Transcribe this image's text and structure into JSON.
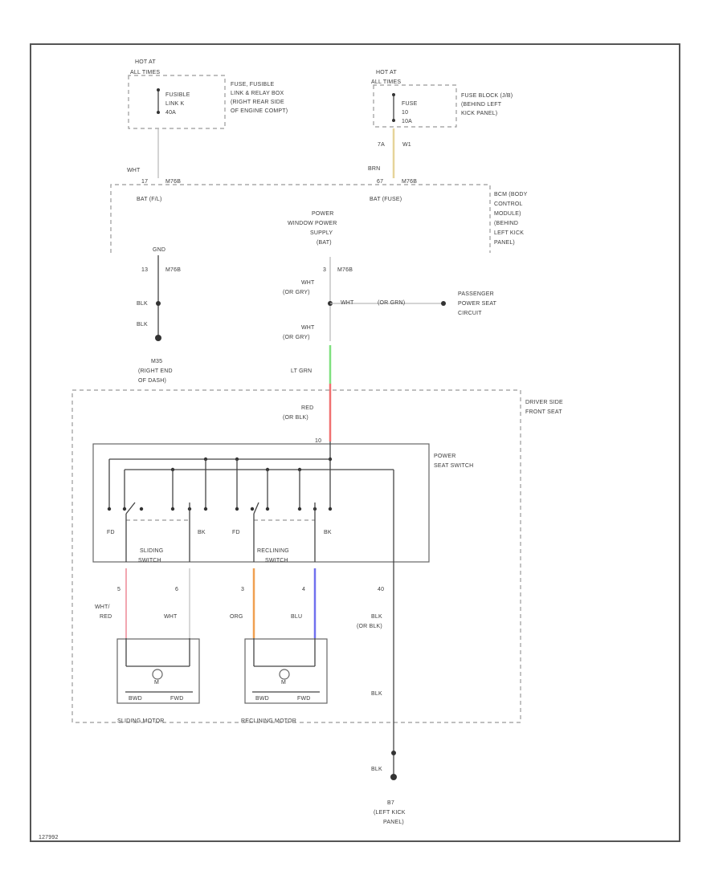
{
  "diagram": {
    "footer_code": "127992",
    "top_left": {
      "hot": "HOT AT",
      "hot2": "ALL TIMES",
      "fusible": [
        "FUSIBLE",
        "LINK K",
        "40A"
      ],
      "location": [
        "FUSE, FUSIBLE",
        "LINK & RELAY BOX",
        "(RIGHT REAR SIDE",
        "OF ENGINE COMPT)"
      ],
      "wire": "WHT",
      "pin": "17",
      "connector": "M76B",
      "bat": "BAT (F/L)"
    },
    "top_right": {
      "hot": "HOT AT",
      "hot2": "ALL TIMES",
      "fuse": [
        "FUSE",
        "10",
        "10A"
      ],
      "location": [
        "FUSE BLOCK (J/B)",
        "(BEHIND LEFT",
        "KICK PANEL)"
      ],
      "pins": [
        "7A",
        "W1"
      ],
      "wire": "BRN",
      "pin": "67",
      "connector": "M76B",
      "bat": "BAT (FUSE)"
    },
    "bcm": [
      "BCM (BODY",
      "CONTROL",
      "MODULE)",
      "(BEHIND",
      "LEFT KICK",
      "PANEL)"
    ],
    "gnd_block": {
      "label": "GND",
      "pin": "13",
      "connector": "M76B",
      "wire1": "BLK",
      "wire2": "BLK",
      "ground": [
        "M35",
        "(RIGHT END",
        "OF DASH)"
      ]
    },
    "supply": {
      "label": [
        "POWER",
        "WINDOW POWER",
        "SUPPLY",
        "(BAT)"
      ],
      "pin": "3",
      "connector": "M76B",
      "wire1": [
        "WHT",
        "(OR GRY)"
      ],
      "wire2": [
        "WHT",
        "(OR GRY)"
      ],
      "branch_wire": "WHT",
      "branch_wire2": "(OR GRN)",
      "passenger": [
        "PASSENGER",
        "POWER SEAT",
        "CIRCUIT"
      ],
      "wire3": "LT GRN",
      "wire4": [
        "RED",
        "(OR BLK)"
      ],
      "switch_pin": "10"
    },
    "driver_seat": [
      "DRIVER SIDE",
      "FRONT SEAT"
    ],
    "switch_box": {
      "label": [
        "POWER",
        "SEAT SWITCH"
      ],
      "fd1": "FD",
      "bk1": "BK",
      "fd2": "FD",
      "bk2": "BK",
      "sliding": [
        "SLIDING",
        "SWITCH"
      ],
      "reclining": [
        "RECLINING",
        "SWITCH"
      ]
    },
    "outputs": [
      {
        "pin": "5",
        "wire": [
          "WHT/",
          "RED"
        ],
        "color": "#f2a6b0"
      },
      {
        "pin": "6",
        "wire": [
          "WHT"
        ],
        "color": "#d8d8d8"
      },
      {
        "pin": "3",
        "wire": [
          "ORG"
        ],
        "color": "#f0a050"
      },
      {
        "pin": "4",
        "wire": [
          "BLU"
        ],
        "color": "#7070ee"
      },
      {
        "pin": "40",
        "wire": [
          "BLK",
          "(OR BLK)"
        ],
        "color": "#444444"
      }
    ],
    "motors": [
      {
        "label": "SLIDING MOTOR",
        "m": "M",
        "bwd": "BWD",
        "fwd": "FWD"
      },
      {
        "label": "RECLINING MOTOR",
        "m": "M",
        "bwd": "BWD",
        "fwd": "FWD"
      }
    ],
    "ground2": {
      "wire1": "BLK",
      "wire2": "BLK",
      "label": [
        "B7",
        "(LEFT KICK",
        "PANEL)"
      ]
    },
    "colors": {
      "brn": "#e6d49a",
      "lt_grn": "#7fe07f",
      "red": "#f07070"
    }
  }
}
